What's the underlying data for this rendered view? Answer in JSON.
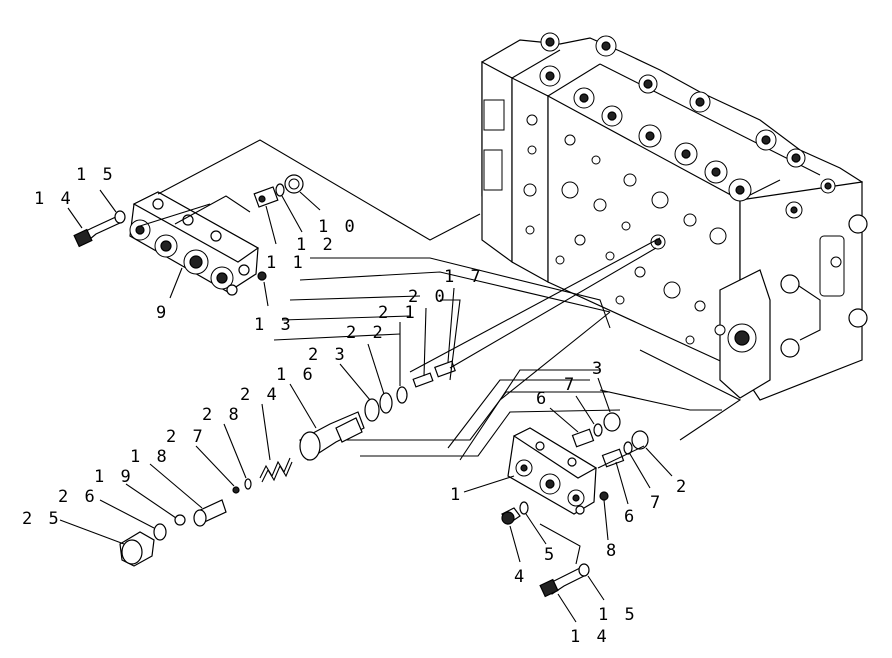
{
  "diagram": {
    "labels": [
      {
        "id": "p14a",
        "text": "1 4"
      },
      {
        "id": "p15a",
        "text": "1 5"
      },
      {
        "id": "p9",
        "text": "9"
      },
      {
        "id": "p10",
        "text": "1 0"
      },
      {
        "id": "p12",
        "text": "1 2"
      },
      {
        "id": "p11",
        "text": "1 1"
      },
      {
        "id": "p13",
        "text": "1 3"
      },
      {
        "id": "p17",
        "text": "1 7"
      },
      {
        "id": "p20",
        "text": "2 0"
      },
      {
        "id": "p21",
        "text": "2 1"
      },
      {
        "id": "p22",
        "text": "2 2"
      },
      {
        "id": "p23",
        "text": "2 3"
      },
      {
        "id": "p16",
        "text": "1 6"
      },
      {
        "id": "p24",
        "text": "2 4"
      },
      {
        "id": "p28",
        "text": "2 8"
      },
      {
        "id": "p27",
        "text": "2 7"
      },
      {
        "id": "p18",
        "text": "1 8"
      },
      {
        "id": "p19",
        "text": "1 9"
      },
      {
        "id": "p26",
        "text": "2 6"
      },
      {
        "id": "p25",
        "text": "2 5"
      },
      {
        "id": "p3",
        "text": "3"
      },
      {
        "id": "p7a",
        "text": "7"
      },
      {
        "id": "p6a",
        "text": "6"
      },
      {
        "id": "p2",
        "text": "2"
      },
      {
        "id": "p7b",
        "text": "7"
      },
      {
        "id": "p6b",
        "text": "6"
      },
      {
        "id": "p1",
        "text": "1"
      },
      {
        "id": "p8",
        "text": "8"
      },
      {
        "id": "p5",
        "text": "5"
      },
      {
        "id": "p4",
        "text": "4"
      },
      {
        "id": "p15b",
        "text": "1 5"
      },
      {
        "id": "p14b",
        "text": "1 4"
      }
    ]
  }
}
